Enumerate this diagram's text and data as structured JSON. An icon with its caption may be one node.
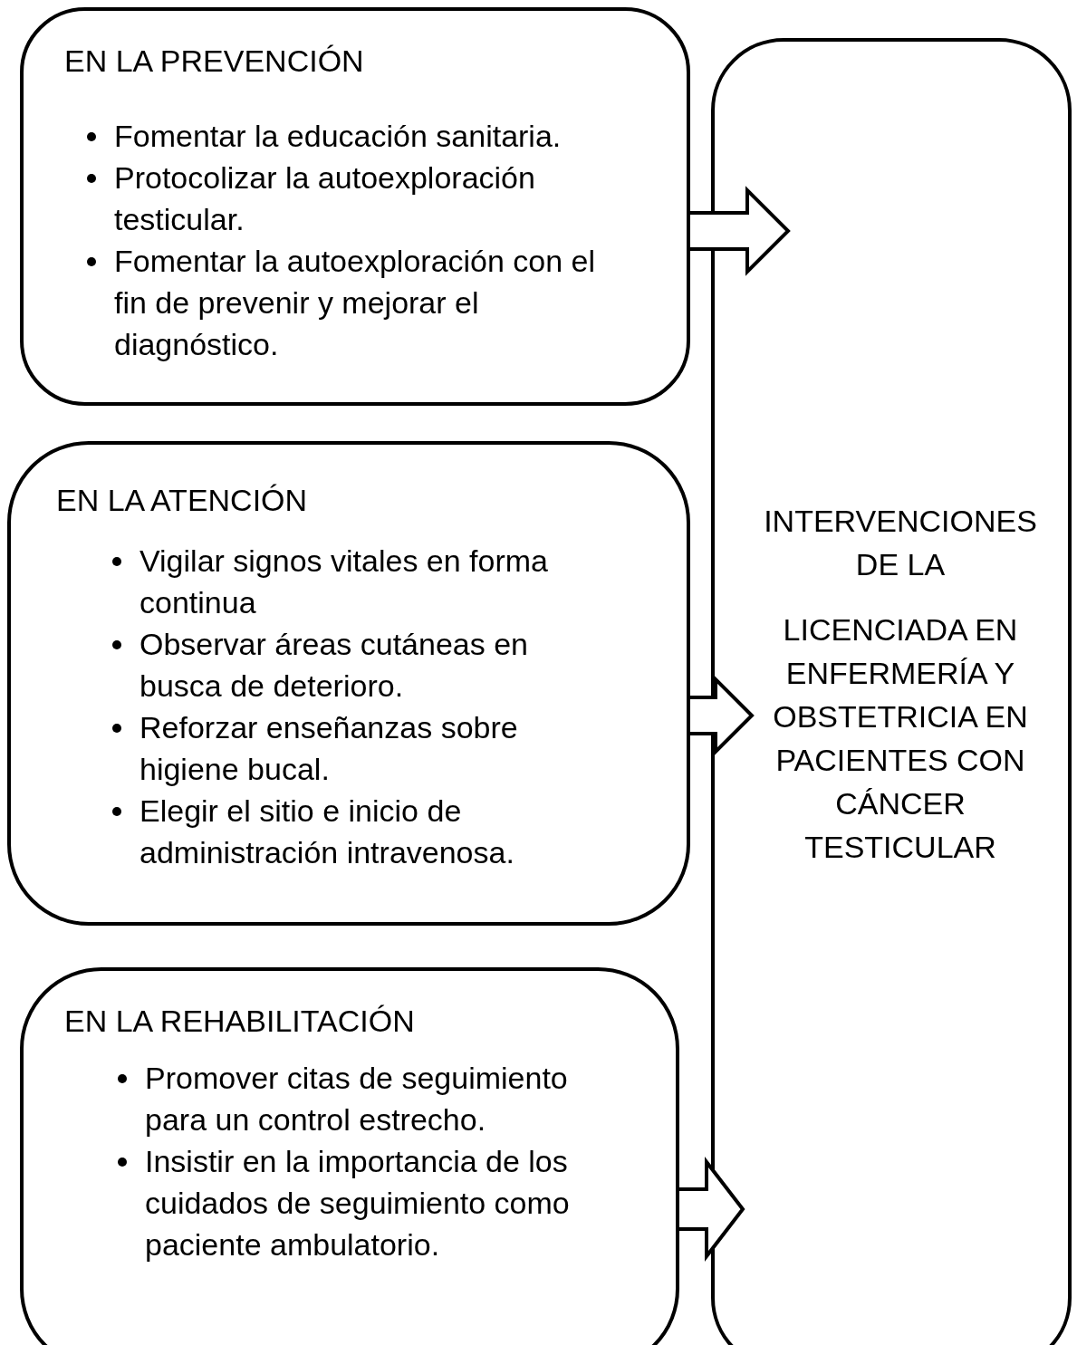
{
  "diagram": {
    "nodes": [
      {
        "text": [
          "EN LA PREVENCIÓN",
          "Fomentar la educación sanitaria.",
          "Protocolizar la autoexploración testicular.",
          "Fomentar la autoexploración con el fin de prevenir y mejorar el diagnóstico."
        ]
      },
      {
        "text": [
          "EN LA ATENCIÓN",
          "Vigilar signos vitales en forma continua",
          "Observar áreas cutáneas en busca de deterioro.",
          "Reforzar enseñanzas sobre higiene bucal.",
          "Elegir el sitio e inicio de administración intravenosa."
        ]
      },
      {
        "text": [
          "EN LA REHABILITACIÓN",
          "Promover citas de seguimiento para un control estrecho.",
          "Insistir en la importancia de los cuidados de seguimiento como paciente ambulatorio."
        ]
      },
      {
        "text": [
          "INTERVENCIONES DE LA",
          "LICENCIADA EN ENFERMERÍA Y OBSTETRICIA EN PACIENTES CON CÁNCER TESTICULAR"
        ]
      }
    ],
    "edges": [
      {
        "from": 0,
        "to": 3,
        "arrow": "to"
      },
      {
        "from": 1,
        "to": 3,
        "arrow": "to"
      },
      {
        "from": 2,
        "to": 3,
        "arrow": "to"
      }
    ]
  }
}
